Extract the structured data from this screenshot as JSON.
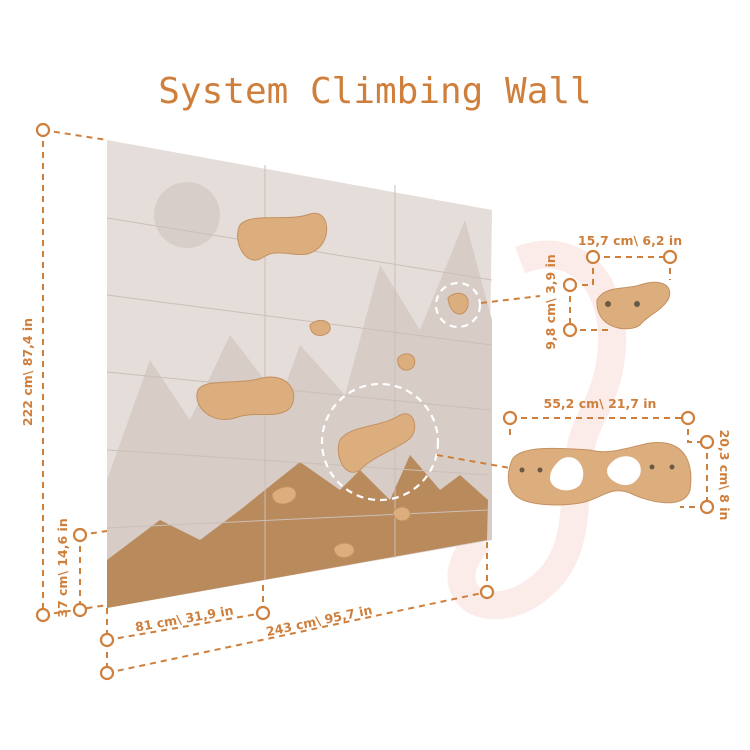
{
  "title": "System Climbing Wall",
  "dimensions": {
    "wall_height": "222 cm\\ 87,4 in",
    "base_height": "37 cm\\ 14,6 in",
    "panel_width": "81 cm\\ 31,9 in",
    "wall_width": "243 cm\\ 95,7 in",
    "small_hold_width": "15,7 cm\\ 6,2 in",
    "small_hold_height": "9,8 cm\\ 3,9 in",
    "large_hold_width": "55,2 cm\\ 21,7 in",
    "large_hold_height": "20,3 cm\\ 8 in"
  },
  "colors": {
    "accent": "#cf7f3c",
    "wood": "#dcae7e",
    "wall": "#e3dcd8",
    "mountain": "#b98a5c"
  }
}
